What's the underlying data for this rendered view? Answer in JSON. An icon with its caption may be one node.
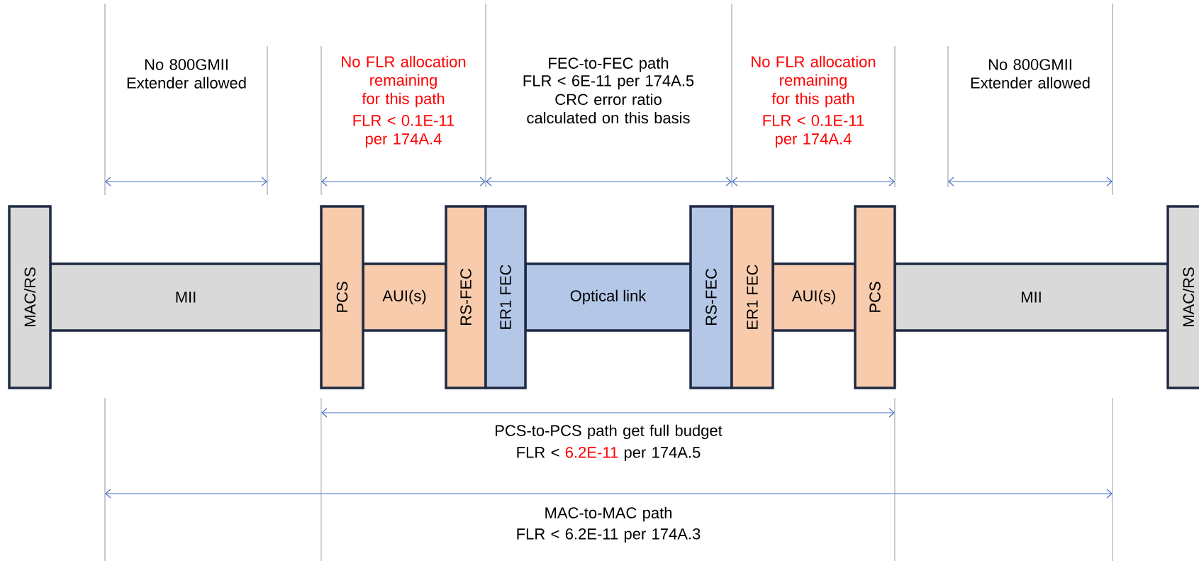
{
  "diagram": {
    "nodes": [
      {
        "text": [
          "MAC/RS"
        ]
      },
      {
        "text": [
          "MII"
        ]
      },
      {
        "text": [
          "PCS"
        ]
      },
      {
        "text": [
          "AUI(s)"
        ]
      },
      {
        "text": [
          "RS-FEC"
        ]
      },
      {
        "text": [
          "ER1 FEC"
        ]
      },
      {
        "text": [
          "Optical link"
        ]
      },
      {
        "text": [
          "RS-FEC"
        ]
      },
      {
        "text": [
          "ER1 FEC"
        ]
      },
      {
        "text": [
          "AUI(s)"
        ]
      },
      {
        "text": [
          "PCS"
        ]
      },
      {
        "text": [
          "MII"
        ]
      },
      {
        "text": [
          "MAC/RS"
        ]
      }
    ],
    "labels": [
      "No 800GMII Extender allowed",
      "No FLR allocation remaining for this path",
      "FLR < 0.1E-11 per 174A.4",
      "FEC-to-FEC path",
      "FLR < 6E-11 per 174A.5",
      "CRC error ratio calculated on this basis",
      "No FLR allocation remaining for this path",
      "FLR < 0.1E-11 per 174A.4",
      "No 800GMII Extender allowed",
      "PCS-to-PCS path get full budget",
      "FLR <",
      "6.2E-11",
      "per 174A.5",
      "MAC-to-MAC path",
      "FLR < 6.2E-11 per 174A.3"
    ]
  }
}
